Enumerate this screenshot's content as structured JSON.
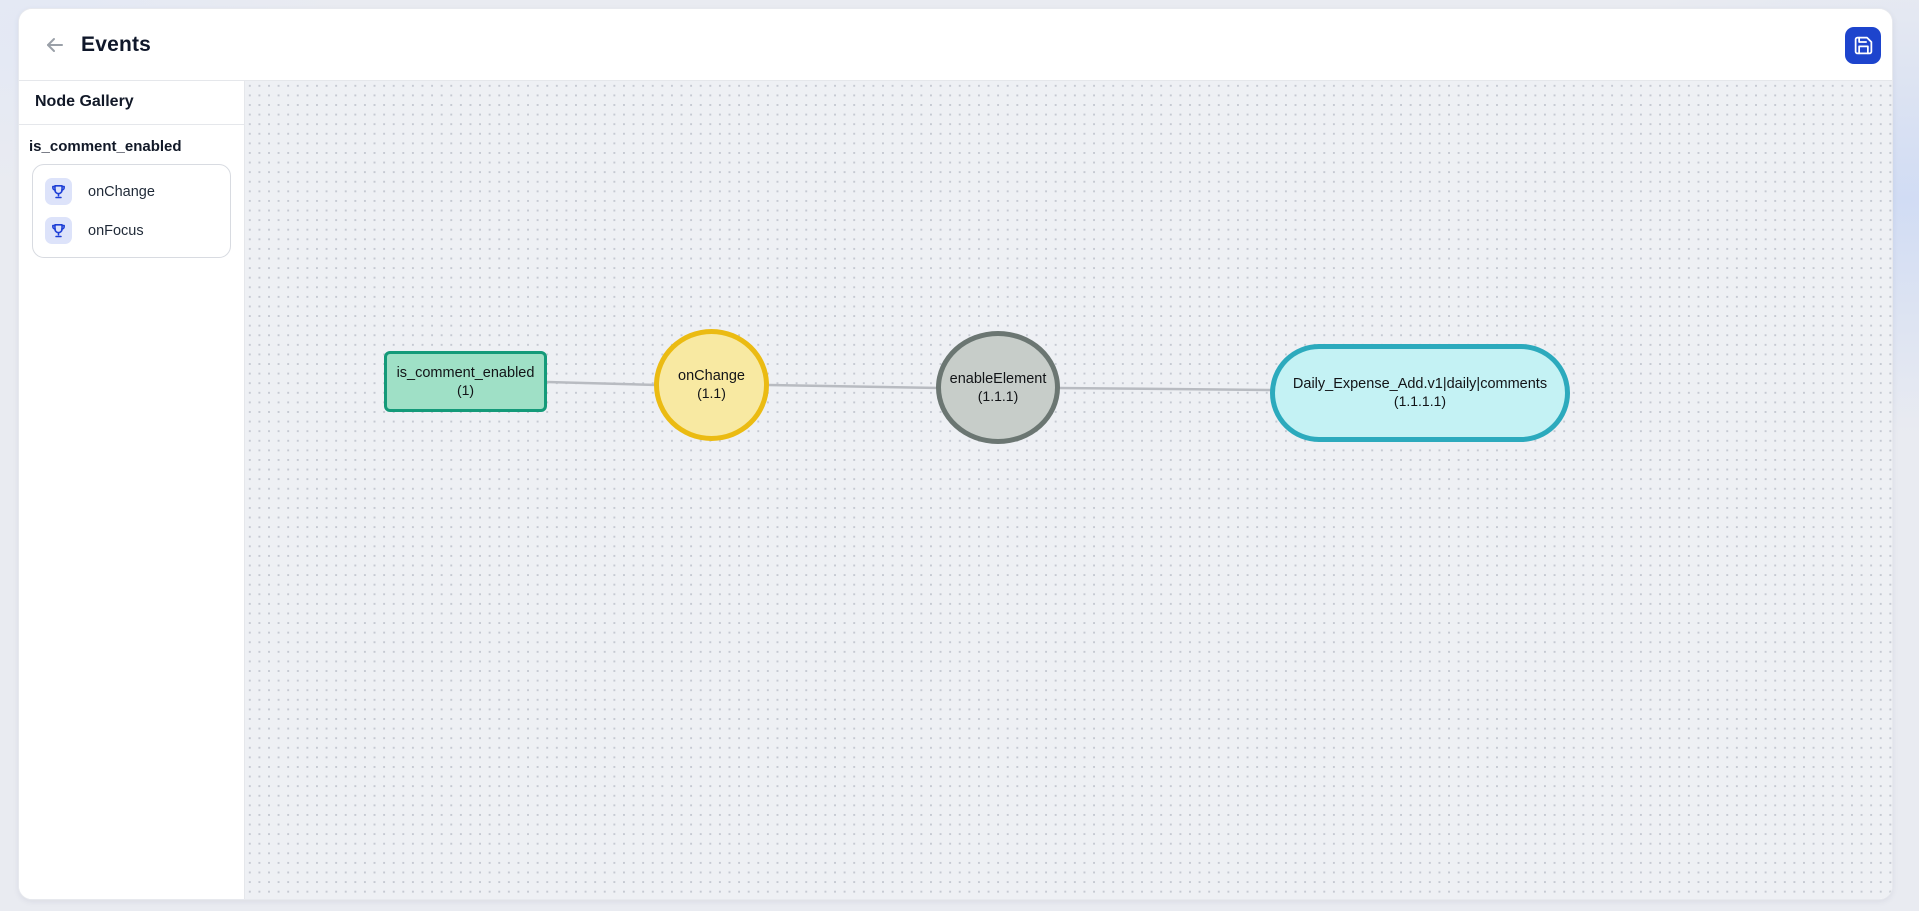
{
  "header": {
    "title": "Events",
    "back_icon": "arrow-left",
    "save_icon": "floppy-disk",
    "save_button_color": "#1d44cd"
  },
  "sidebar": {
    "header": "Node Gallery",
    "group": {
      "title": "is_comment_enabled",
      "items": [
        {
          "label": "onChange",
          "icon": "trophy"
        },
        {
          "label": "onFocus",
          "icon": "trophy"
        }
      ]
    }
  },
  "canvas": {
    "nodes": [
      {
        "label": "is_comment_enabled",
        "id": "(1)",
        "shape": "rectangle",
        "fill": "#9fe0c6",
        "border": "#149a79"
      },
      {
        "label": "onChange",
        "id": "(1.1)",
        "shape": "circle",
        "fill": "#f8e9a2",
        "border": "#ebbb12"
      },
      {
        "label": "enableElement",
        "id": "(1.1.1)",
        "shape": "circle",
        "fill": "#c7cdc9",
        "border": "#6b7672"
      },
      {
        "label": "Daily_Expense_Add.v1|daily|comments",
        "id": "(1.1.1.1)",
        "shape": "pill",
        "fill": "#c4f2f4",
        "border": "#2caabd"
      }
    ],
    "edges": [
      {
        "from": "is_comment_enabled",
        "to": "onChange"
      },
      {
        "from": "onChange",
        "to": "enableElement"
      },
      {
        "from": "enableElement",
        "to": "Daily_Expense_Add.v1|daily|comments"
      }
    ],
    "edge_color": "#b8bbc1"
  }
}
